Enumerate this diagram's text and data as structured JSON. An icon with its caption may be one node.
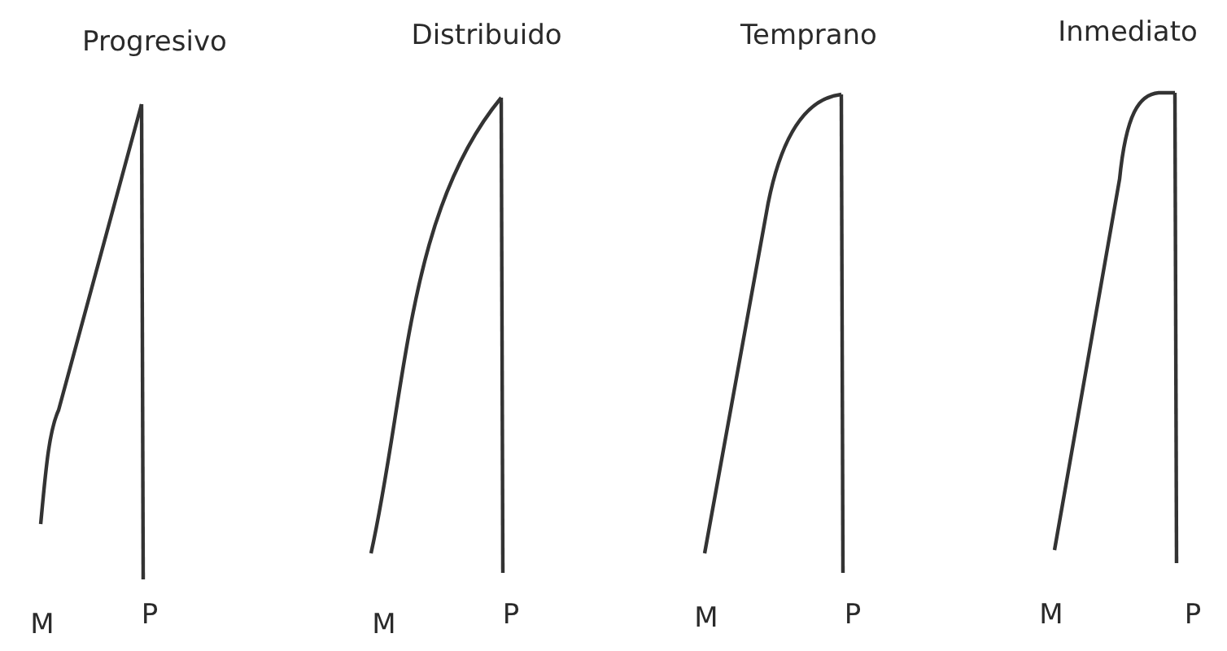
{
  "diagram": {
    "labels": [
      "Progresivo",
      "Distribuido",
      "Temprano",
      "Inmediato",
      "M",
      "P",
      "M",
      "P",
      "M",
      "P",
      "M",
      "P"
    ]
  }
}
